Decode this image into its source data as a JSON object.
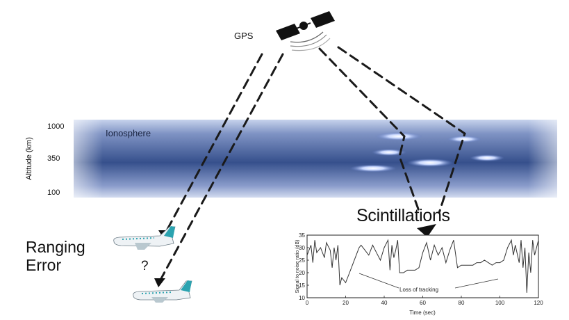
{
  "labels": {
    "gps": "GPS",
    "ionosphere": "Ionosphere",
    "altitude_axis": "Altitude (km)",
    "altitude_ticks": [
      "1000",
      "350",
      "100"
    ],
    "scintillations": "Scintillations",
    "ranging_error_line1": "Ranging",
    "ranging_error_line2": "Error",
    "question_mark": "?"
  },
  "colors": {
    "ionosphere_core": "#36508c",
    "ionosphere_edge": "#c6d2ec",
    "aircraft_tail": "#2ba3b0",
    "dash_lines": "#1a1a1a"
  },
  "chart_data": {
    "type": "line",
    "title": "",
    "xlabel": "Time (sec)",
    "ylabel": "Signal to noise ratio (dB)",
    "xlim": [
      0,
      120
    ],
    "ylim": [
      10,
      35
    ],
    "x_ticks": [
      0,
      20,
      40,
      60,
      80,
      100,
      120
    ],
    "y_ticks": [
      10,
      15,
      20,
      25,
      30,
      35
    ],
    "annotation": "Loss of tracking",
    "series": [
      {
        "x": [
          0,
          2,
          3,
          4,
          5,
          7,
          9,
          10,
          12,
          13,
          14,
          15,
          16,
          17,
          18,
          20,
          22,
          24,
          26,
          27,
          28,
          30,
          32,
          34,
          36,
          38,
          40,
          42,
          43,
          44,
          45,
          46,
          47,
          48,
          50,
          52,
          54,
          56,
          58,
          60,
          62,
          64,
          66,
          68,
          70,
          72,
          74,
          76,
          78,
          80,
          82,
          84,
          86,
          88,
          90,
          92,
          94,
          96,
          98,
          100,
          102,
          104,
          106,
          107,
          108,
          110,
          111,
          112,
          113,
          114,
          115,
          116,
          117,
          118,
          120
        ],
        "y": [
          27,
          31,
          24,
          33,
          28,
          30,
          26,
          32,
          29,
          22,
          30,
          25,
          31,
          15,
          18,
          16,
          20,
          24,
          28,
          30,
          31,
          29,
          27,
          31,
          28,
          25,
          30,
          33,
          21,
          31,
          26,
          29,
          33,
          20,
          20,
          21,
          21,
          21,
          22,
          28,
          32,
          25,
          31,
          27,
          30,
          24,
          29,
          33,
          22,
          23,
          23,
          23,
          23,
          24,
          24,
          25,
          24,
          23,
          24,
          24,
          25,
          30,
          33,
          27,
          31,
          24,
          33,
          22,
          30,
          12,
          28,
          20,
          33,
          27,
          33
        ]
      }
    ]
  }
}
